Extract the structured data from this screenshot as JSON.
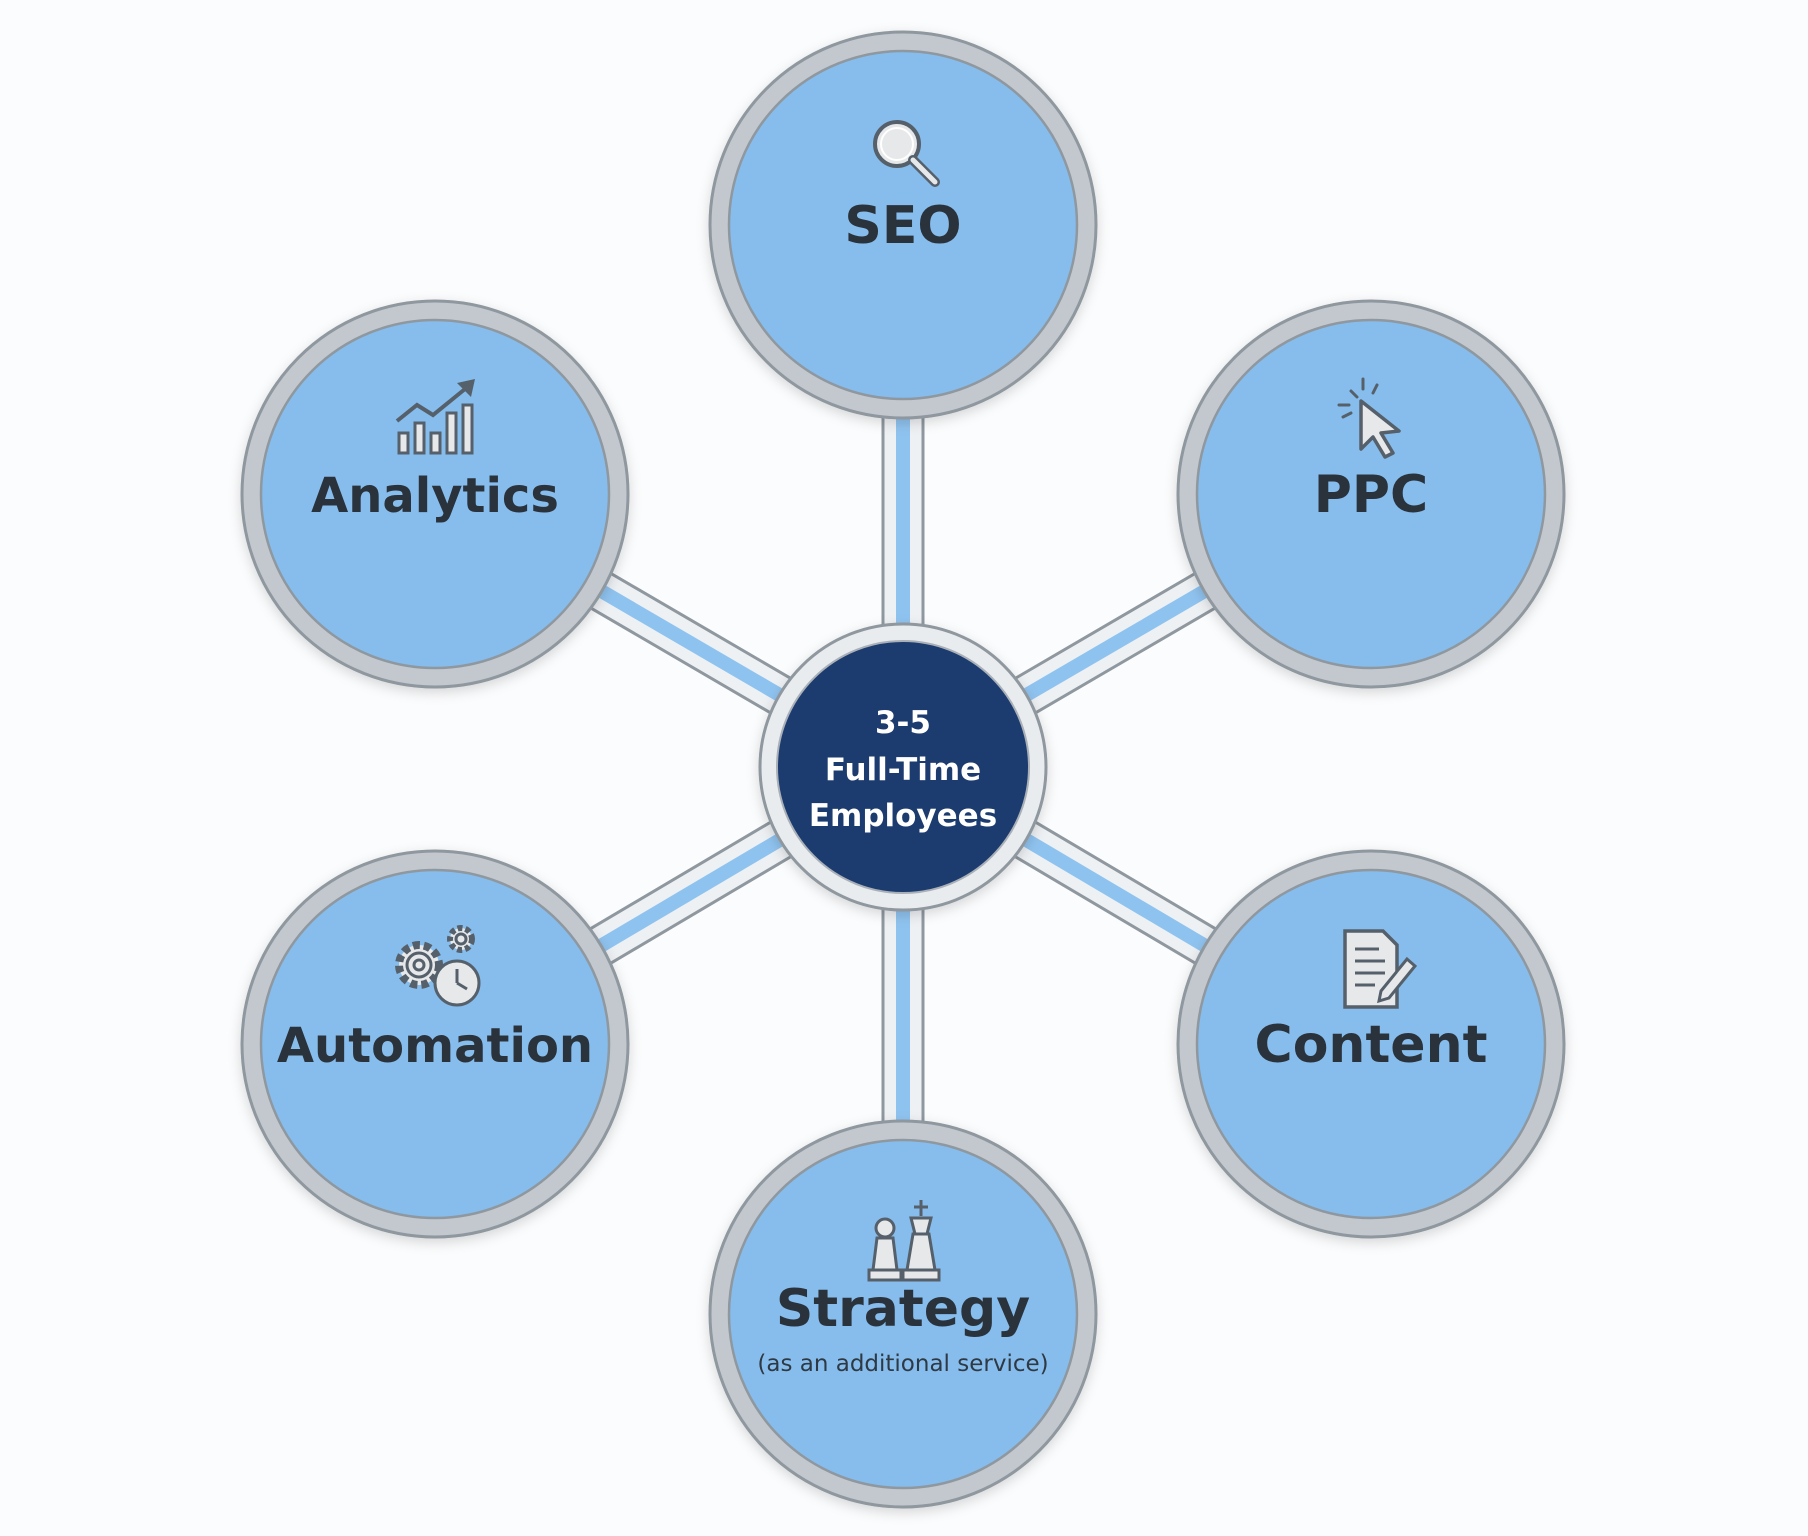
{
  "center": {
    "lines": [
      "3-5",
      "Full-Time",
      "Employees"
    ]
  },
  "nodes": [
    {
      "id": "seo",
      "label": "SEO",
      "icon": "magnifier-icon"
    },
    {
      "id": "ppc",
      "label": "PPC",
      "icon": "cursor-click-icon"
    },
    {
      "id": "content",
      "label": "Content",
      "icon": "document-pen-icon"
    },
    {
      "id": "strategy",
      "label": "Strategy",
      "sublabel": "(as an additional service)",
      "icon": "chess-pieces-icon"
    },
    {
      "id": "automation",
      "label": "Automation",
      "icon": "gears-clock-icon"
    },
    {
      "id": "analytics",
      "label": "Analytics",
      "icon": "bar-chart-trend-icon"
    }
  ],
  "colors": {
    "node_fill": "#86bdec",
    "ring": "#a9b0b8",
    "center_fill": "#1c3b6e",
    "stripe": "#8fc3ef",
    "text": "#2a323c"
  }
}
